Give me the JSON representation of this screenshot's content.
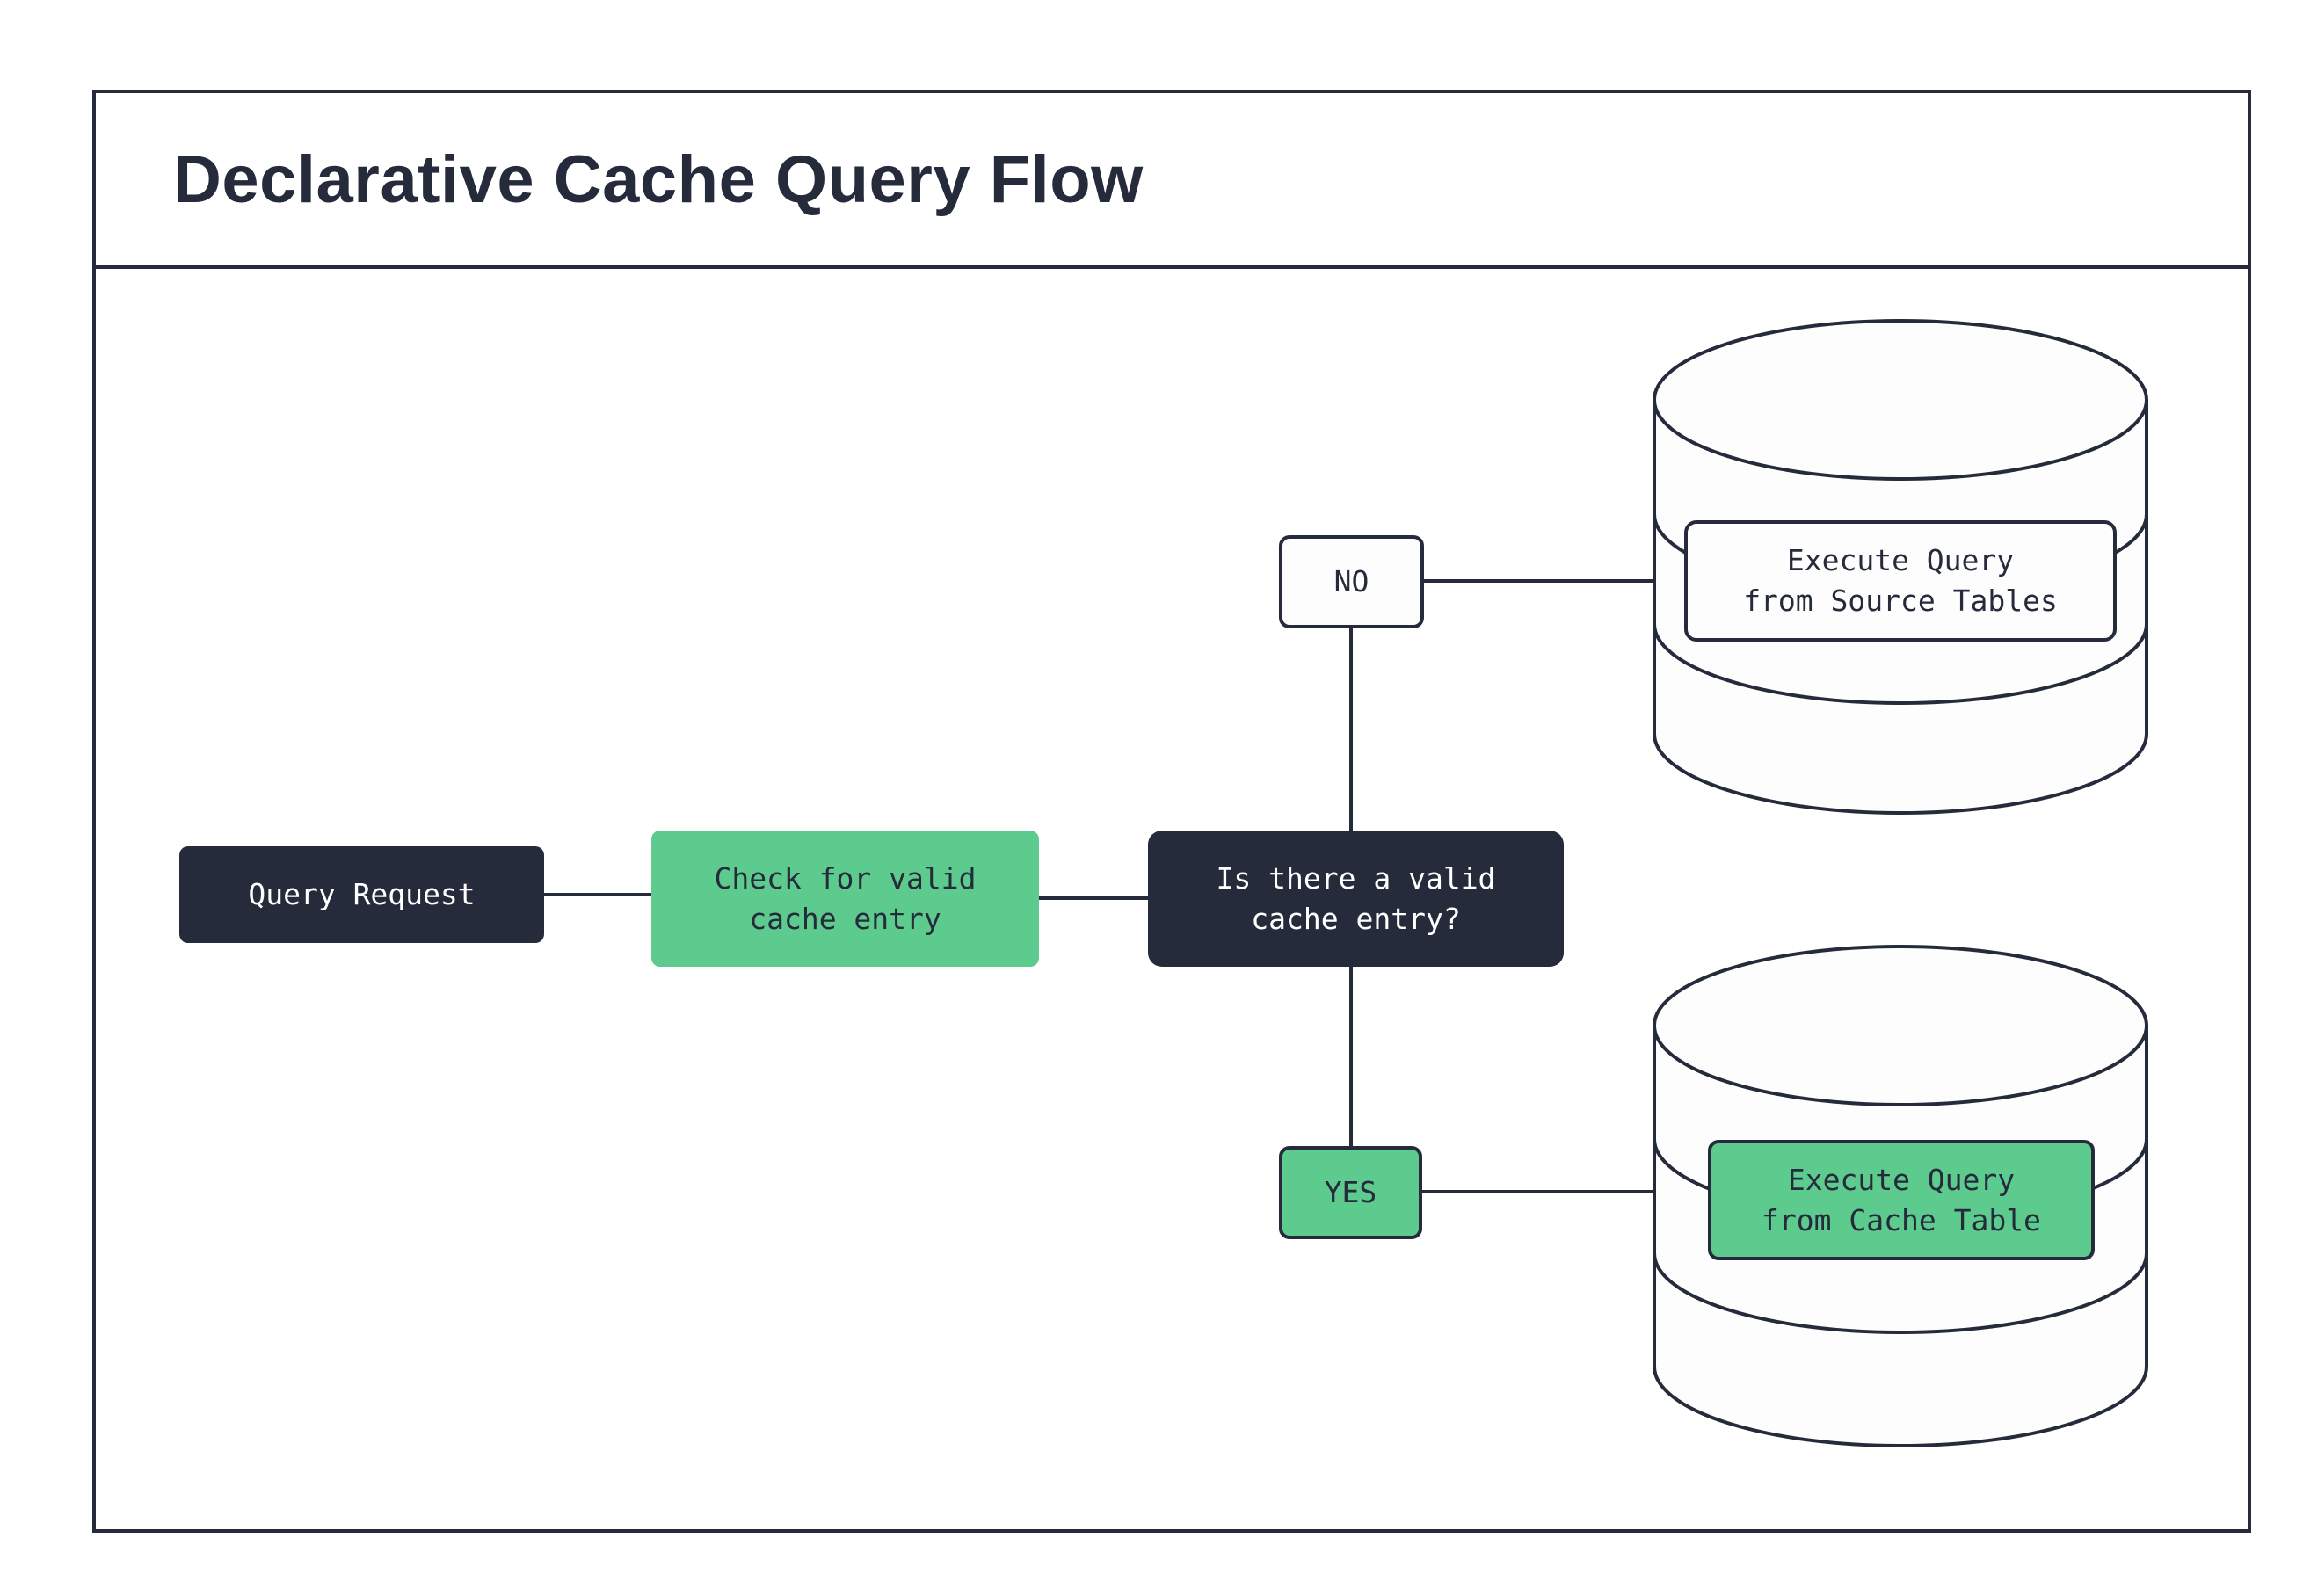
{
  "title": "Declarative Cache Query Flow",
  "colors": {
    "navy": "#252b3b",
    "green": "#5dcb8e",
    "surface": "#fdfdfd",
    "background": "#ffffff"
  },
  "nodes": {
    "query_request": {
      "label": "Query Request"
    },
    "check_cache": {
      "line1": "Check for valid",
      "line2": "cache entry"
    },
    "decision": {
      "line1": "Is there a valid",
      "line2": "cache entry?"
    },
    "no_label": {
      "label": "NO"
    },
    "yes_label": {
      "label": "YES"
    },
    "source_db": {
      "line1": "Execute Query",
      "line2": "from Source Tables"
    },
    "cache_db": {
      "line1": "Execute Query",
      "line2": "from Cache Table"
    }
  },
  "edges": [
    {
      "from": "query_request",
      "to": "check_cache"
    },
    {
      "from": "check_cache",
      "to": "decision"
    },
    {
      "from": "decision",
      "to": "no_label"
    },
    {
      "from": "decision",
      "to": "yes_label"
    },
    {
      "from": "no_label",
      "to": "source_db"
    },
    {
      "from": "yes_label",
      "to": "cache_db"
    }
  ]
}
